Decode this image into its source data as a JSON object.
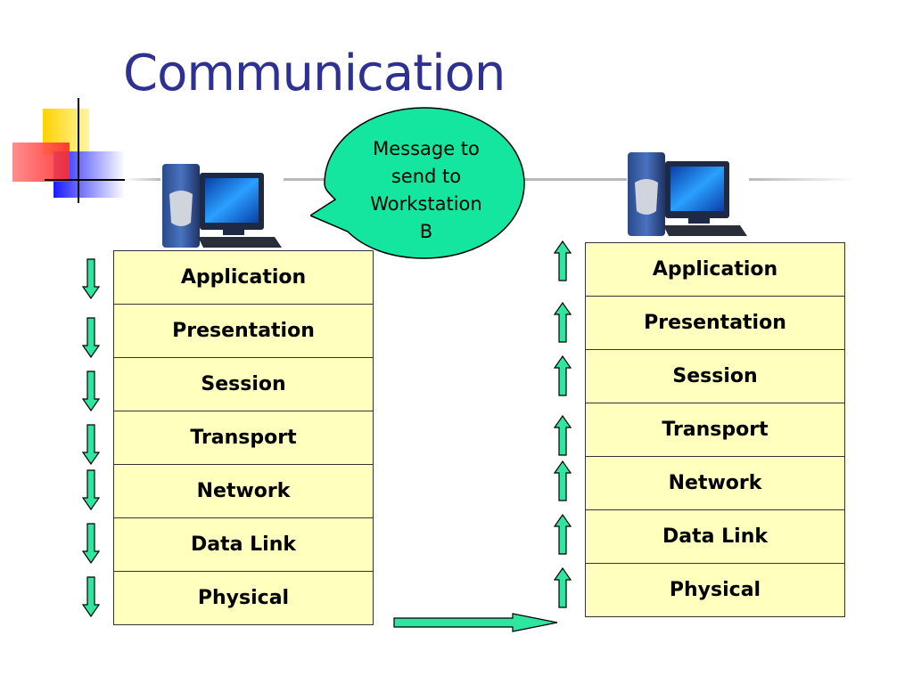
{
  "title": "Communication",
  "bubble": {
    "lines": [
      "Message to",
      "send to",
      "Workstation",
      "B"
    ]
  },
  "sender_stack": {
    "layers": [
      "Application",
      "Presentation",
      "Session",
      "Transport",
      "Network",
      "Data Link",
      "Physical"
    ]
  },
  "receiver_stack": {
    "layers": [
      "Application",
      "Presentation",
      "Session",
      "Transport",
      "Network",
      "Data Link",
      "Physical"
    ]
  },
  "icons": {
    "sender": "computer-icon",
    "receiver": "computer-icon",
    "down_arrows": "arrow-down-icon",
    "up_arrows": "arrow-up-icon",
    "transfer": "arrow-right-icon"
  },
  "colors": {
    "title": "#2e3192",
    "layer_fill": "#ffffbe",
    "arrow_fill": "#2ee6a0",
    "bubble_fill": "#14e6a0"
  }
}
